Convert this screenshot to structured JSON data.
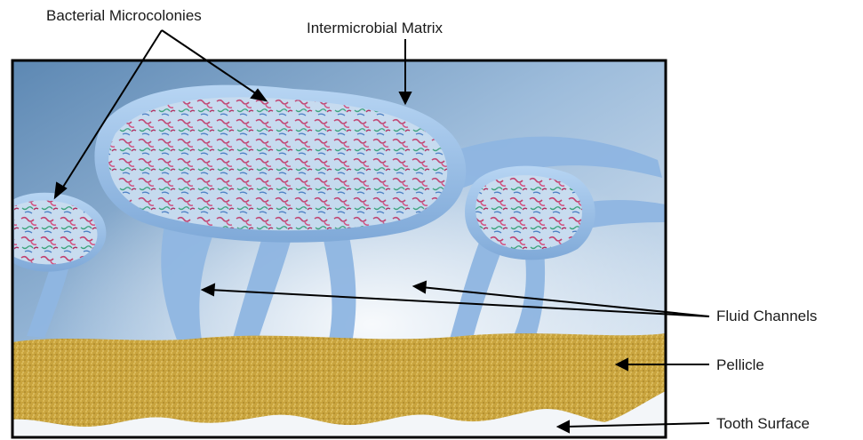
{
  "labels": {
    "bacterial_microcolonies": "Bacterial Microcolonies",
    "intermicrobial_matrix": "Intermicrobial Matrix",
    "fluid_channels": "Fluid Channels",
    "pellicle": "Pellicle",
    "tooth_surface": "Tooth Surface"
  },
  "colors": {
    "matrix_blue": "#9cc3ec",
    "pellicle_gold": "#c9a43e",
    "background_blue": "#6f9bc4",
    "frame": "#000000"
  }
}
